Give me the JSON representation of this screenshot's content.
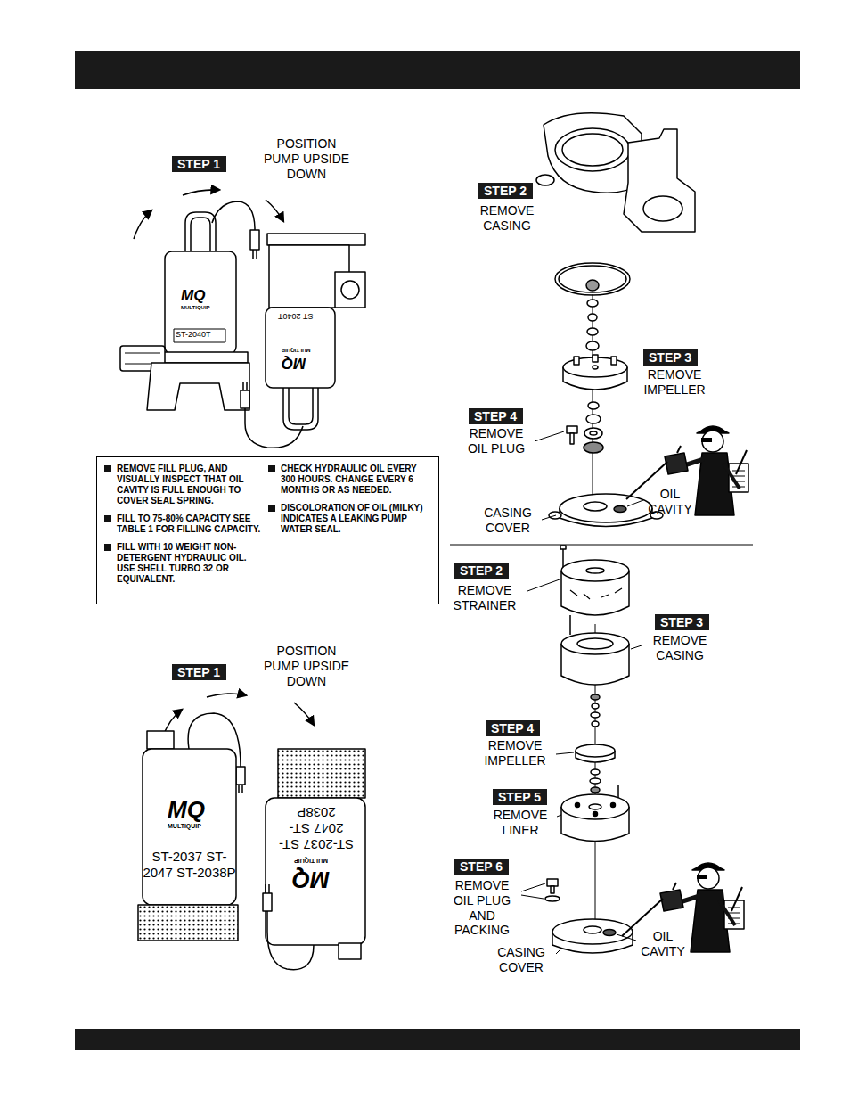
{
  "diagram": {
    "nodes": [
      {
        "text": [
          "STEP 1"
        ]
      },
      {
        "text": [
          "REMOVE FILL PLUG, AND VISUALLY INSPECT THAT OIL CAVITY IS FULL ENOUGH TO COVER SEAL SPRING.",
          "FILL TO 75-80% CAPACITY SEE TABLE 1 FOR FILLING CAPACITY.",
          "FILL WITH 10 WEIGHT NON-DETERGENT HYDRAULIC OIL. USE SHELL TURBO 32 OR EQUIVALENT.",
          "CHECK HYDRAULIC OIL EVERY 300 HOURS. CHANGE EVERY 6 MONTHS OR AS NEEDED.",
          "DISCOLORATION OF OIL (MILKY) INDICATES A LEAKING PUMP WATER SEAL."
        ]
      },
      {
        "text": [
          "STEP 1"
        ]
      },
      {
        "text": [
          "STEP 2"
        ]
      },
      {
        "text": [
          "STEP 3"
        ]
      },
      {
        "text": [
          "STEP 4"
        ]
      },
      {
        "text": [
          "STEP 2"
        ]
      },
      {
        "text": [
          "STEP 3"
        ]
      },
      {
        "text": [
          "STEP 4"
        ]
      },
      {
        "text": [
          "STEP 5"
        ]
      },
      {
        "text": [
          "STEP 6"
        ]
      }
    ],
    "labels": [
      "POSITION PUMP UPSIDE DOWN",
      "MQ",
      "MULTIQUIP",
      "ST-2040T",
      "ST-2040T",
      "MULTIQUIP",
      "MQ",
      "POSITION PUMP UPSIDE DOWN",
      "MQ",
      "MULTIQUIP",
      "ST-2037 ST-2047 ST-2038P",
      "ST-2037 ST-2047 ST-2038P",
      "MULTIQUIP",
      "MQ",
      "REMOVE CASING",
      "REMOVE IMPELLER",
      "REMOVE OIL PLUG",
      "OIL CAVITY",
      "CASING COVER",
      "REMOVE STRAINER",
      "REMOVE CASING",
      "REMOVE IMPELLER",
      "REMOVE LINER",
      "REMOVE OIL PLUG AND PACKING",
      "OIL CAVITY",
      "CASING COVER"
    ]
  }
}
